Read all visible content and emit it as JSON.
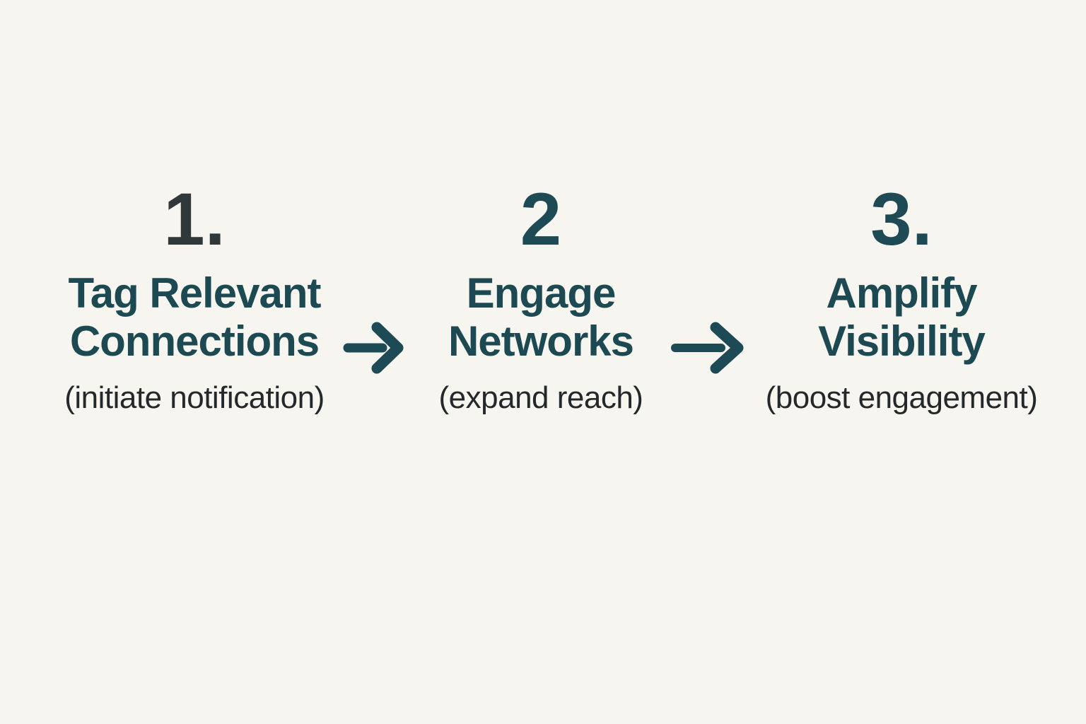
{
  "page": {
    "background_color": "#f7f5ef"
  },
  "diagram": {
    "type": "process-flow",
    "steps": [
      {
        "number": "1.",
        "number_color": "#30383a",
        "title_lines": [
          "Tag Relevant",
          "Connections"
        ],
        "subtitle": "(initiate notification)"
      },
      {
        "number": "2",
        "number_color": "#1d4a54",
        "title_lines": [
          "Engage",
          "Networks"
        ],
        "subtitle": "(expand reach)"
      },
      {
        "number": "3.",
        "number_color": "#1d4a54",
        "title_lines": [
          "Amplify",
          "Visibility"
        ],
        "subtitle": "(boost engagement)"
      }
    ],
    "arrows": [
      {
        "icon": "right-arrow",
        "color": "#1d4a54"
      },
      {
        "icon": "right-arrow",
        "color": "#1d4a54"
      }
    ],
    "colors": {
      "title": "#1d4a52",
      "subtitle": "#25282a"
    }
  }
}
